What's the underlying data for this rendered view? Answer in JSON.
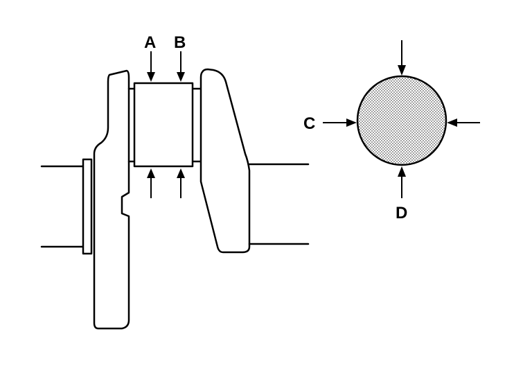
{
  "labels": {
    "a": "A",
    "b": "B",
    "c": "C",
    "d": "D"
  },
  "colors": {
    "line": "#000000",
    "background": "#ffffff",
    "stipple": "#9a9a9a"
  }
}
